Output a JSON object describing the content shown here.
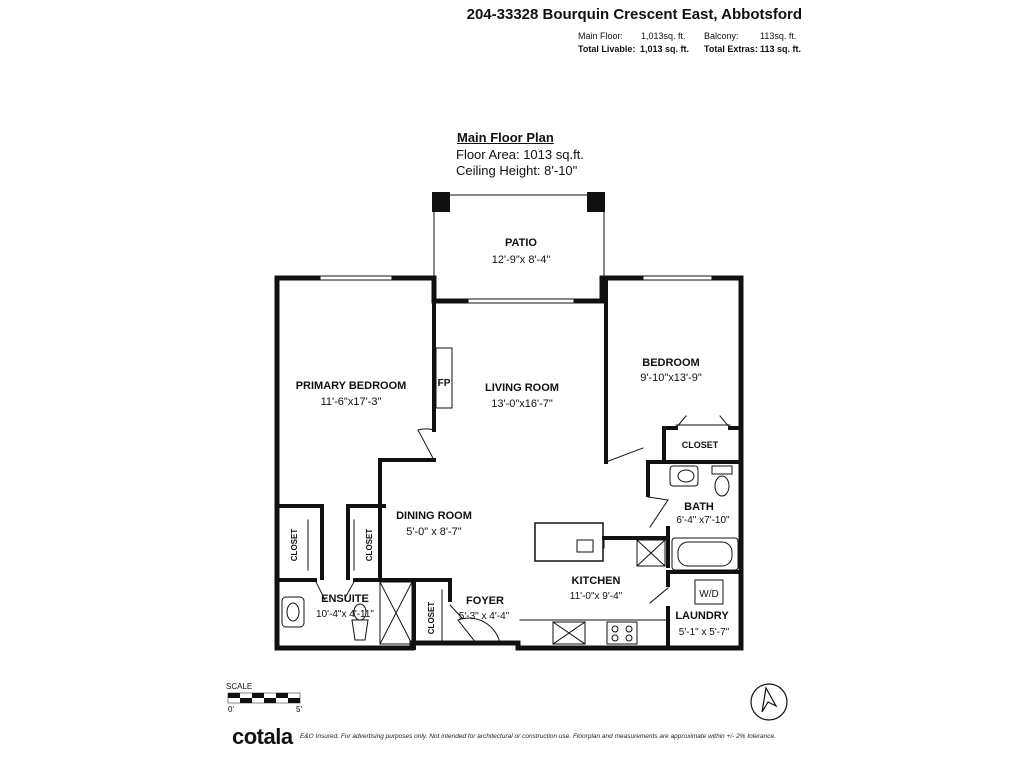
{
  "header": {
    "address": "204-33328 Bourquin Crescent East, Abbotsford",
    "main_floor_label": "Main Floor:",
    "main_floor_value": "1,013sq. ft.",
    "balcony_label": "Balcony:",
    "balcony_value": "113sq. ft.",
    "total_livable_label": "Total Livable:",
    "total_livable_value": "1,013 sq. ft.",
    "total_extras_label": "Total Extras:",
    "total_extras_value": "113 sq. ft."
  },
  "plan": {
    "title": "Main Floor Plan",
    "floor_area": "Floor Area: 1013 sq.ft.",
    "ceiling_height": "Ceiling Height: 8'-10\""
  },
  "rooms": {
    "patio": {
      "name": "PATIO",
      "dim": "12'-9\"x 8'-4\""
    },
    "primary_bedroom": {
      "name": "PRIMARY BEDROOM",
      "dim": "11'-6\"x17'-3\""
    },
    "living_room": {
      "name": "LIVING ROOM",
      "dim": "13'-0\"x16'-7\""
    },
    "bedroom": {
      "name": "BEDROOM",
      "dim": "9'-10\"x13'-9\""
    },
    "closet_bedroom": {
      "name": "CLOSET"
    },
    "bath": {
      "name": "BATH",
      "dim": "6'-4\" x7'-10\""
    },
    "dining_room": {
      "name": "DINING ROOM",
      "dim": "5'-0\" x 8'-7\""
    },
    "closet_left": {
      "name": "CLOSET"
    },
    "closet_right": {
      "name": "CLOSET"
    },
    "ensuite": {
      "name": "ENSUITE",
      "dim": "10'-4\"x 4'-11\""
    },
    "closet_foyer": {
      "name": "CLOSET"
    },
    "foyer": {
      "name": "FOYER",
      "dim": "5'-3\" x 4'-4\""
    },
    "kitchen": {
      "name": "KITCHEN",
      "dim": "11'-0\"x 9'-4\""
    },
    "laundry": {
      "name": "LAUNDRY",
      "dim": "5'-1\" x 5'-7\""
    },
    "wd": "W/D",
    "fp": "FP"
  },
  "scale": {
    "title": "SCALE",
    "start": "0'",
    "end": "5'"
  },
  "footer": {
    "brand": "cotala",
    "disclaimer": "E&O Insured. For advertising purposes only. Not intended for architectural or construction use. Floorplan and measurements are approximate within +/- 2% tolerance."
  },
  "colors": {
    "wall": "#111111",
    "text": "#111111",
    "background": "#ffffff"
  },
  "icons": [
    "north-arrow-icon"
  ]
}
